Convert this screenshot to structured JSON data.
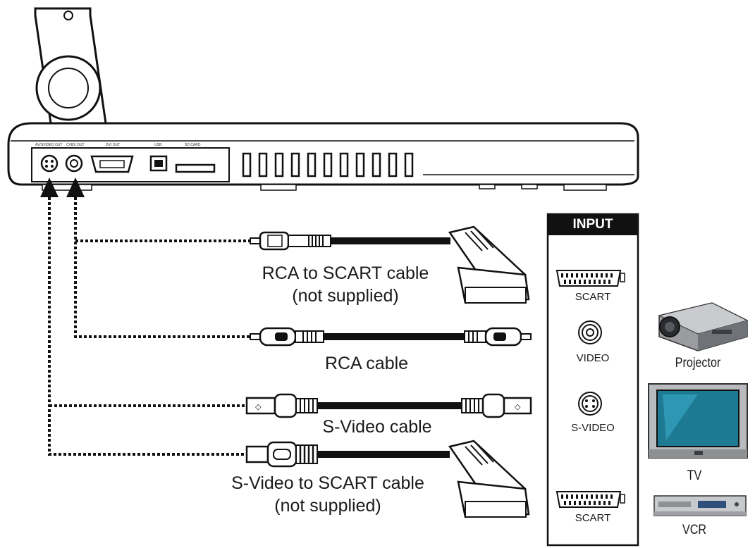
{
  "device": {
    "port_labels": [
      "AV/SVIDEO OUT",
      "CVBS OUT",
      "DVI OUT",
      "USB",
      "SD CARD"
    ]
  },
  "input_panel": {
    "title": "INPUT",
    "ports": [
      "SCART",
      "VIDEO",
      "S-VIDEO",
      "SCART"
    ]
  },
  "cables": [
    {
      "label_line1": "RCA to SCART cable",
      "label_line2": "(not supplied)"
    },
    {
      "label_line1": "RCA cable",
      "label_line2": ""
    },
    {
      "label_line1": "S-Video cable",
      "label_line2": ""
    },
    {
      "label_line1": "S-Video to SCART cable",
      "label_line2": "(not supplied)"
    }
  ],
  "devices": [
    "Projector",
    "TV",
    "VCR"
  ],
  "icons": [
    "visualizer-device",
    "scart-connector",
    "rca-plug",
    "svideo-plug",
    "projector-icon",
    "tv-icon",
    "vcr-icon",
    "arrow-up-icon"
  ]
}
